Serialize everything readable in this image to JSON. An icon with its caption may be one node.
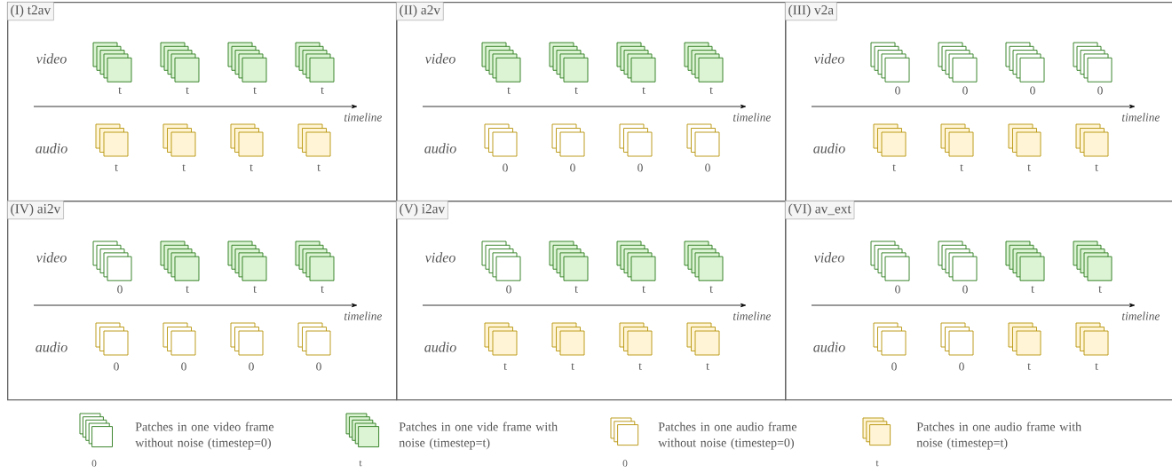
{
  "diagram": {
    "nodes": [
      {
        "text": [
          "(I) t2av",
          "video",
          "timeline",
          "audio"
        ]
      },
      {
        "text": [],
        "shape": "box",
        "beside": [
          "t"
        ],
        "in": 0
      },
      {
        "text": [],
        "shape": "box",
        "beside": [
          "t"
        ],
        "in": 0
      },
      {
        "text": [],
        "shape": "box",
        "beside": [
          "t"
        ],
        "in": 0
      },
      {
        "text": [],
        "shape": "box",
        "beside": [
          "t"
        ],
        "in": 0
      },
      {
        "text": [],
        "shape": "box",
        "beside": [
          "t"
        ],
        "in": 0
      },
      {
        "text": [],
        "shape": "box",
        "beside": [
          "t"
        ],
        "in": 0
      },
      {
        "text": [],
        "shape": "box",
        "beside": [
          "t"
        ],
        "in": 0
      },
      {
        "text": [],
        "shape": "box",
        "beside": [
          "t"
        ],
        "in": 0
      },
      {
        "text": [
          "(II) a2v",
          "video",
          "timeline",
          "audio"
        ]
      },
      {
        "text": [],
        "shape": "box",
        "beside": [
          "t"
        ],
        "in": 9
      },
      {
        "text": [],
        "shape": "box",
        "beside": [
          "t"
        ],
        "in": 9
      },
      {
        "text": [],
        "shape": "box",
        "beside": [
          "t"
        ],
        "in": 9
      },
      {
        "text": [],
        "shape": "box",
        "beside": [
          "t"
        ],
        "in": 9
      },
      {
        "text": [],
        "shape": "box",
        "beside": [
          "0"
        ],
        "in": 9
      },
      {
        "text": [],
        "shape": "box",
        "beside": [
          "0"
        ],
        "in": 9
      },
      {
        "text": [],
        "shape": "box",
        "beside": [
          "0"
        ],
        "in": 9
      },
      {
        "text": [],
        "shape": "box",
        "beside": [
          "0"
        ],
        "in": 9
      },
      {
        "text": [
          "(III) v2a",
          "video",
          "timeline",
          "audio"
        ]
      },
      {
        "text": [],
        "shape": "box",
        "beside": [
          "0"
        ],
        "in": 18
      },
      {
        "text": [],
        "shape": "box",
        "beside": [
          "0"
        ],
        "in": 18
      },
      {
        "text": [],
        "shape": "box",
        "beside": [
          "0"
        ],
        "in": 18
      },
      {
        "text": [],
        "shape": "box",
        "beside": [
          "0"
        ],
        "in": 18
      },
      {
        "text": [],
        "shape": "box",
        "beside": [
          "t"
        ],
        "in": 18
      },
      {
        "text": [],
        "shape": "box",
        "beside": [
          "t"
        ],
        "in": 18
      },
      {
        "text": [],
        "shape": "box",
        "beside": [
          "t"
        ],
        "in": 18
      },
      {
        "text": [],
        "shape": "box",
        "beside": [
          "t"
        ],
        "in": 18
      },
      {
        "text": [
          "(IV) ai2v",
          "video",
          "timeline",
          "audio"
        ]
      },
      {
        "text": [],
        "shape": "box",
        "beside": [
          "0"
        ],
        "in": 27
      },
      {
        "text": [],
        "shape": "box",
        "beside": [
          "t"
        ],
        "in": 27
      },
      {
        "text": [],
        "shape": "box",
        "beside": [
          "t"
        ],
        "in": 27
      },
      {
        "text": [],
        "shape": "box",
        "beside": [
          "t"
        ],
        "in": 27
      },
      {
        "text": [],
        "shape": "box",
        "beside": [
          "0"
        ],
        "in": 27
      },
      {
        "text": [],
        "shape": "box",
        "beside": [
          "0"
        ],
        "in": 27
      },
      {
        "text": [],
        "shape": "box",
        "beside": [
          "0"
        ],
        "in": 27
      },
      {
        "text": [],
        "shape": "box",
        "beside": [
          "0"
        ],
        "in": 27
      },
      {
        "text": [
          "(V) i2av",
          "video",
          "timeline",
          "audio"
        ]
      },
      {
        "text": [],
        "shape": "box",
        "beside": [
          "0"
        ],
        "in": 36
      },
      {
        "text": [],
        "shape": "box",
        "beside": [
          "t"
        ],
        "in": 36
      },
      {
        "text": [],
        "shape": "box",
        "beside": [
          "t"
        ],
        "in": 36
      },
      {
        "text": [],
        "shape": "box",
        "beside": [
          "t"
        ],
        "in": 36
      },
      {
        "text": [],
        "shape": "box",
        "beside": [
          "t"
        ],
        "in": 36
      },
      {
        "text": [],
        "shape": "box",
        "beside": [
          "t"
        ],
        "in": 36
      },
      {
        "text": [],
        "shape": "box",
        "beside": [
          "t"
        ],
        "in": 36
      },
      {
        "text": [],
        "shape": "box",
        "beside": [
          "t"
        ],
        "in": 36
      },
      {
        "text": [
          "(VI) av_ext",
          "video",
          "timeline",
          "audio"
        ]
      },
      {
        "text": [],
        "shape": "box",
        "beside": [
          "0"
        ],
        "in": 45
      },
      {
        "text": [],
        "shape": "box",
        "beside": [
          "0"
        ],
        "in": 45
      },
      {
        "text": [],
        "shape": "box",
        "beside": [
          "t"
        ],
        "in": 45
      },
      {
        "text": [],
        "shape": "box",
        "beside": [
          "t"
        ],
        "in": 45
      },
      {
        "text": [],
        "shape": "box",
        "beside": [
          "0"
        ],
        "in": 45
      },
      {
        "text": [],
        "shape": "box",
        "beside": [
          "0"
        ],
        "in": 45
      },
      {
        "text": [],
        "shape": "box",
        "beside": [
          "t"
        ],
        "in": 45
      },
      {
        "text": [],
        "shape": "box",
        "beside": [
          "t"
        ],
        "in": 45
      }
    ],
    "labels": [
      "0",
      "t",
      "0",
      "t"
    ],
    "legend": [
      {
        "text": "Patches in one video frame without noise (timestep=0)"
      },
      {
        "text": "Patches in one vide frame with noise (timestep=t)"
      },
      {
        "text": "Patches in one audio frame without noise (timestep=0)"
      },
      {
        "text": "Patches in one audio frame with noise (timestep=t)"
      }
    ]
  }
}
